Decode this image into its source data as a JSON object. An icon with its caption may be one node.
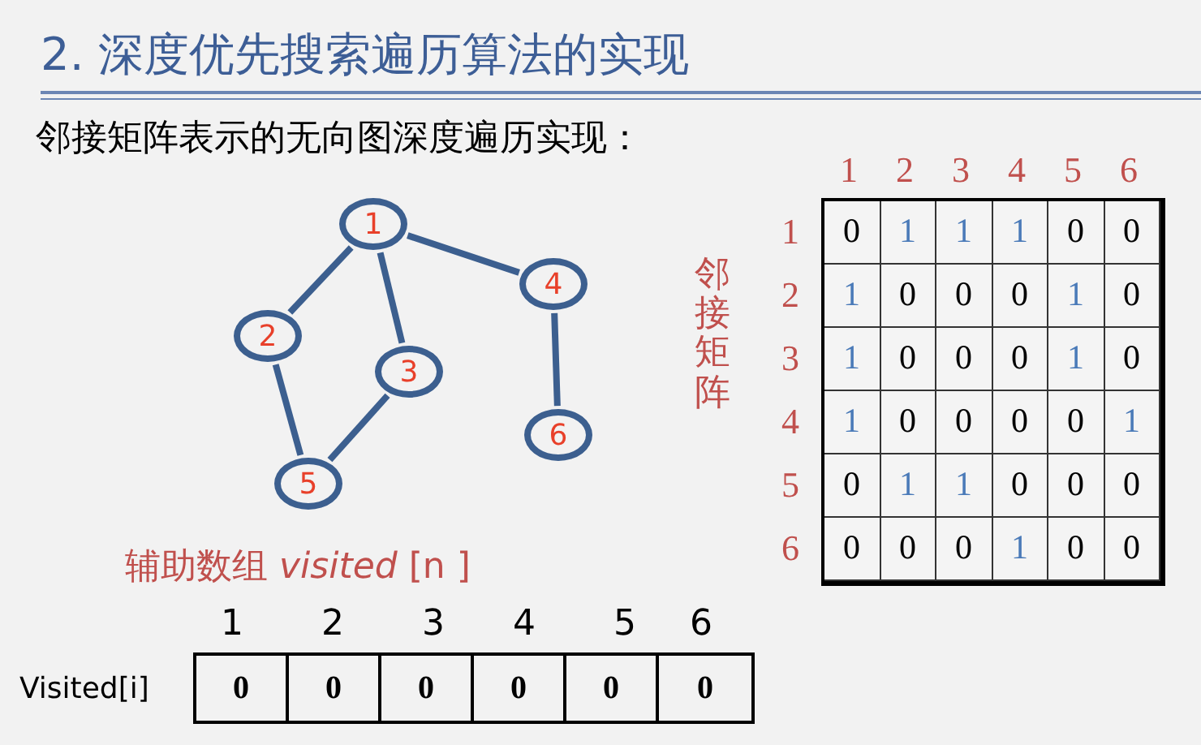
{
  "diagram": {
    "title": "2. 深度优先搜索遍历算法的实现",
    "nodes": [
      {
        "text": [
          "1"
        ]
      },
      {
        "text": [
          "2"
        ]
      },
      {
        "text": [
          "3"
        ]
      },
      {
        "text": [
          "4"
        ]
      },
      {
        "text": [
          "5"
        ]
      },
      {
        "text": [
          "6"
        ]
      }
    ],
    "edges": [
      {
        "from": 0,
        "to": 1,
        "arrow": "none"
      },
      {
        "from": 0,
        "to": 2,
        "arrow": "none"
      },
      {
        "from": 0,
        "to": 3,
        "arrow": "none"
      },
      {
        "from": 1,
        "to": 4,
        "arrow": "none"
      },
      {
        "from": 2,
        "to": 4,
        "arrow": "none"
      },
      {
        "from": 3,
        "to": 5,
        "arrow": "none"
      }
    ],
    "labels": [
      "邻接矩阵表示的无向图深度遍历实现：",
      "邻接矩阵",
      "1",
      "2",
      "3",
      "4",
      "5",
      "6",
      "1",
      "0",
      "1",
      "1",
      "1",
      "0",
      "0",
      "2",
      "1",
      "0",
      "0",
      "0",
      "1",
      "0",
      "3",
      "1",
      "0",
      "0",
      "0",
      "1",
      "0",
      "4",
      "1",
      "0",
      "0",
      "0",
      "0",
      "1",
      "5",
      "0",
      "1",
      "1",
      "0",
      "0",
      "0",
      "6",
      "0",
      "0",
      "0",
      "1",
      "0",
      "0",
      "辅助数组 *visited* [n ]",
      "1",
      "2",
      "3",
      "4",
      "5",
      "6",
      "Visited[i]",
      "0",
      "0",
      "0",
      "0",
      "0",
      "0"
    ]
  }
}
